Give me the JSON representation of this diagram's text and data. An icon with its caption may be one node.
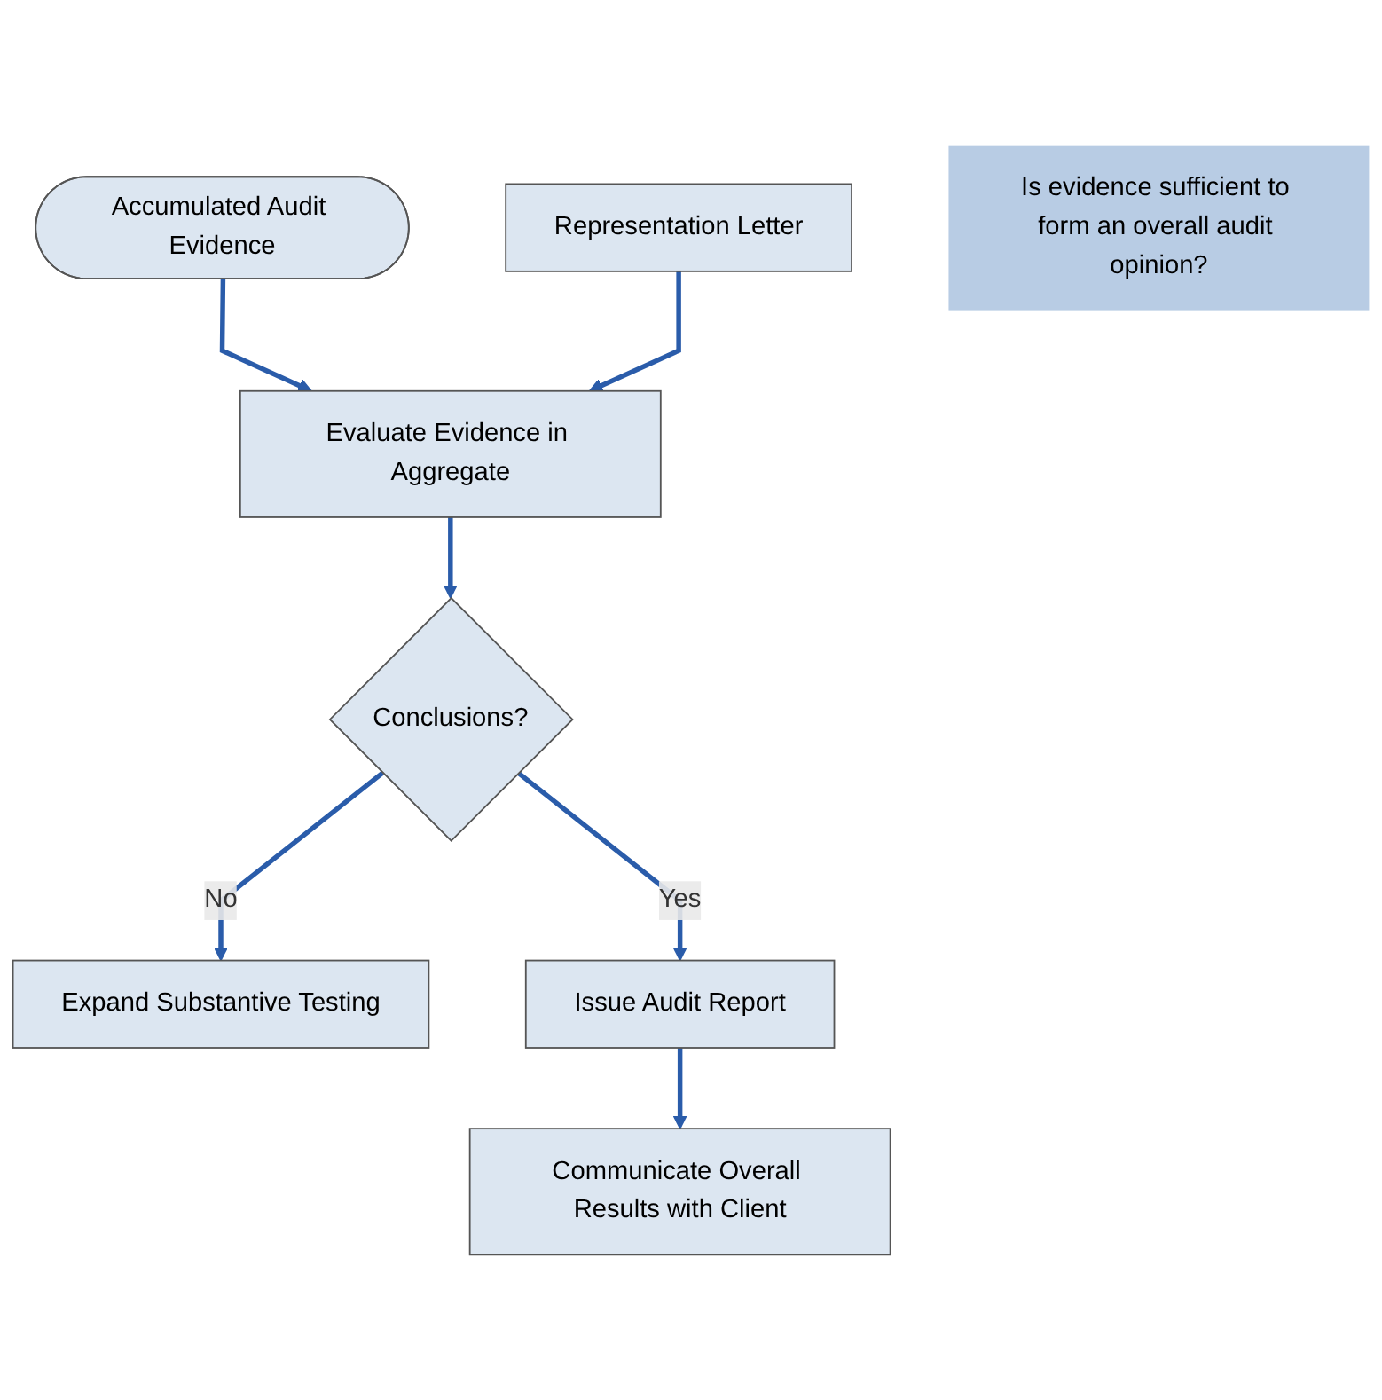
{
  "diagram": {
    "nodes": [
      {
        "text": [
          "Accumulated Audit Evidence"
        ]
      },
      {
        "text": [
          "Representation Letter"
        ]
      },
      {
        "text": [
          "Evaluate Evidence in Aggregate"
        ]
      },
      {
        "text": [
          "Is evidence sufficient to form an overall audit opinion?"
        ]
      },
      {
        "text": [
          "Conclusions?"
        ]
      },
      {
        "text": [
          "Expand Substantive Testing"
        ]
      },
      {
        "text": [
          "Issue Audit Report"
        ]
      },
      {
        "text": [
          "Communicate Overall Results with Client"
        ]
      }
    ],
    "edges": [
      {
        "from": 0,
        "to": 2,
        "arrow": "to"
      },
      {
        "from": 1,
        "to": 2,
        "arrow": "to"
      },
      {
        "from": 2,
        "to": 4,
        "arrow": "to"
      },
      {
        "from": 4,
        "to": 5,
        "arrow": "to",
        "label": "No"
      },
      {
        "from": 4,
        "to": 6,
        "arrow": "to",
        "label": "Yes"
      },
      {
        "from": 6,
        "to": 7,
        "arrow": "to"
      }
    ]
  }
}
